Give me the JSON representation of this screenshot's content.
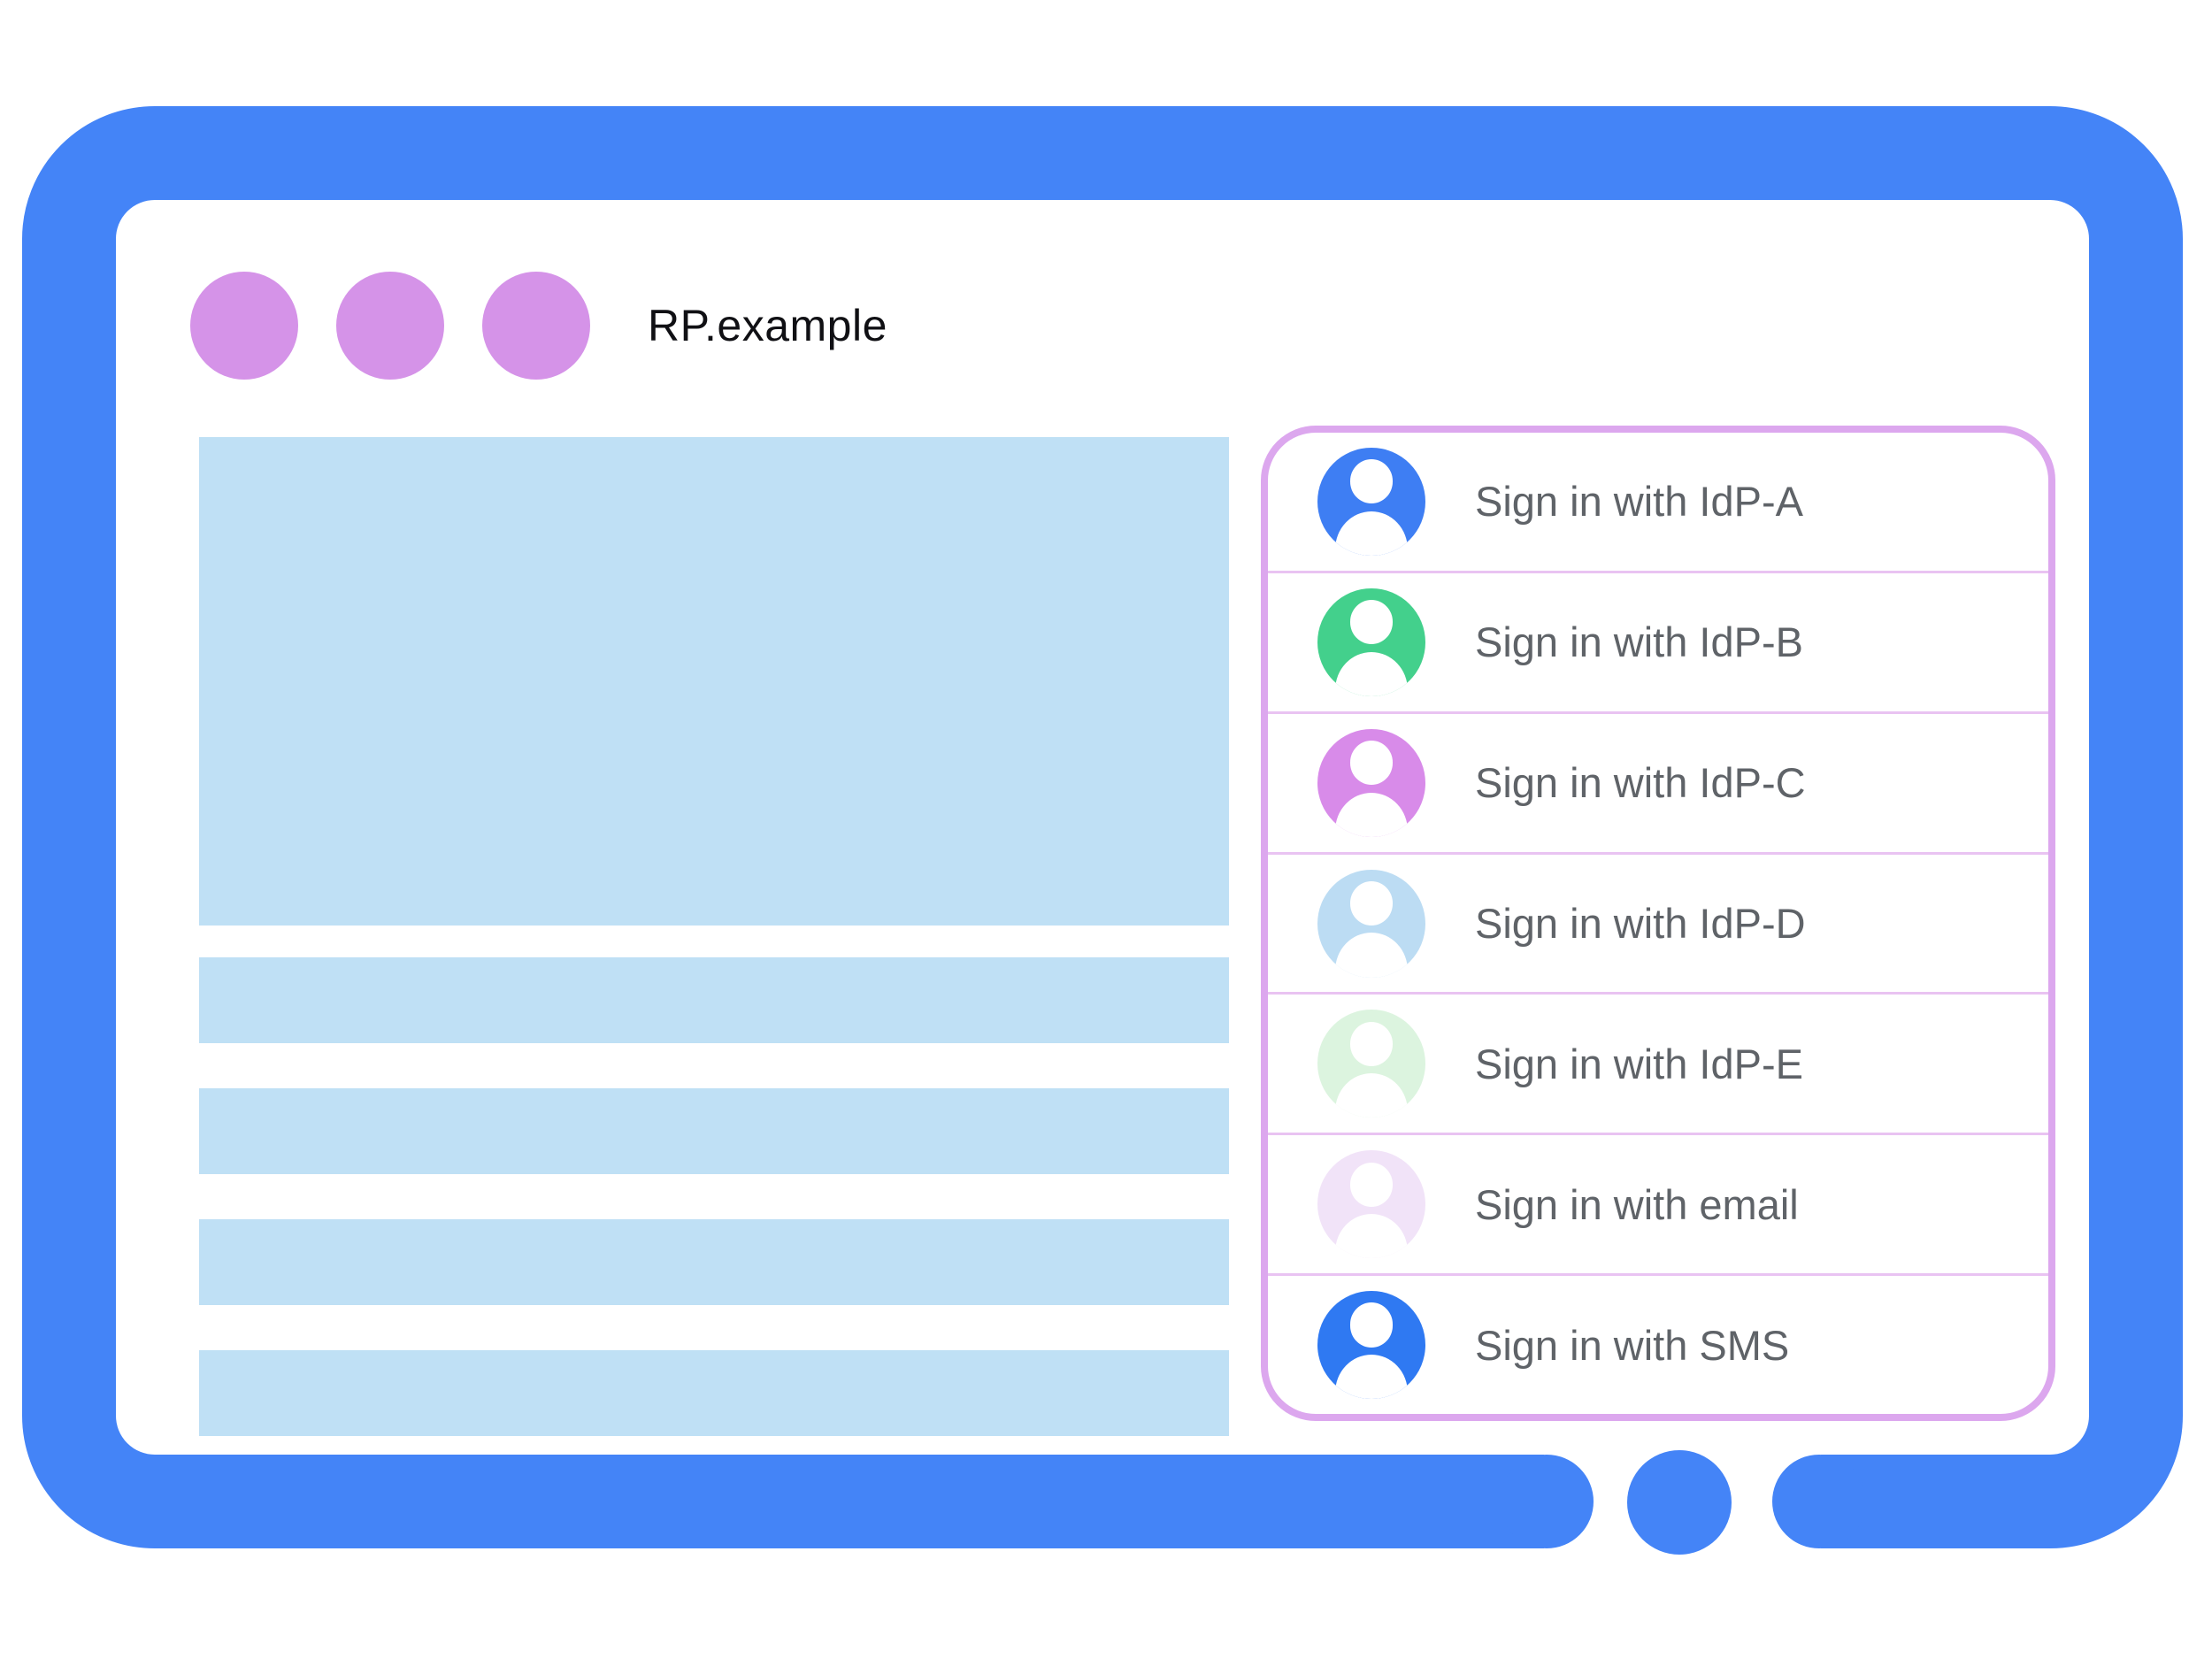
{
  "window": {
    "title": "RP.example",
    "title_color": "#101014",
    "frame_color": "#4484f7",
    "dot_color": "#d593e8",
    "content_placeholder_color": "#bfe0f5"
  },
  "signin_panel": {
    "border_color": "#dca7ee",
    "divider_color": "#e9c3f2",
    "label_color": "#5f6368",
    "options": [
      {
        "label": "Sign in with IdP-A",
        "avatar_color": "#3e7ef3"
      },
      {
        "label": "Sign in with IdP-B",
        "avatar_color": "#43d08c"
      },
      {
        "label": "Sign in with IdP-C",
        "avatar_color": "#d88be9"
      },
      {
        "label": "Sign in with IdP-D",
        "avatar_color": "#bcdcf3"
      },
      {
        "label": "Sign in with IdP-E",
        "avatar_color": "#dcf4df"
      },
      {
        "label": "Sign in with email",
        "avatar_color": "#f1e3f8"
      },
      {
        "label": "Sign in with SMS",
        "avatar_color": "#2f79f2"
      }
    ]
  }
}
